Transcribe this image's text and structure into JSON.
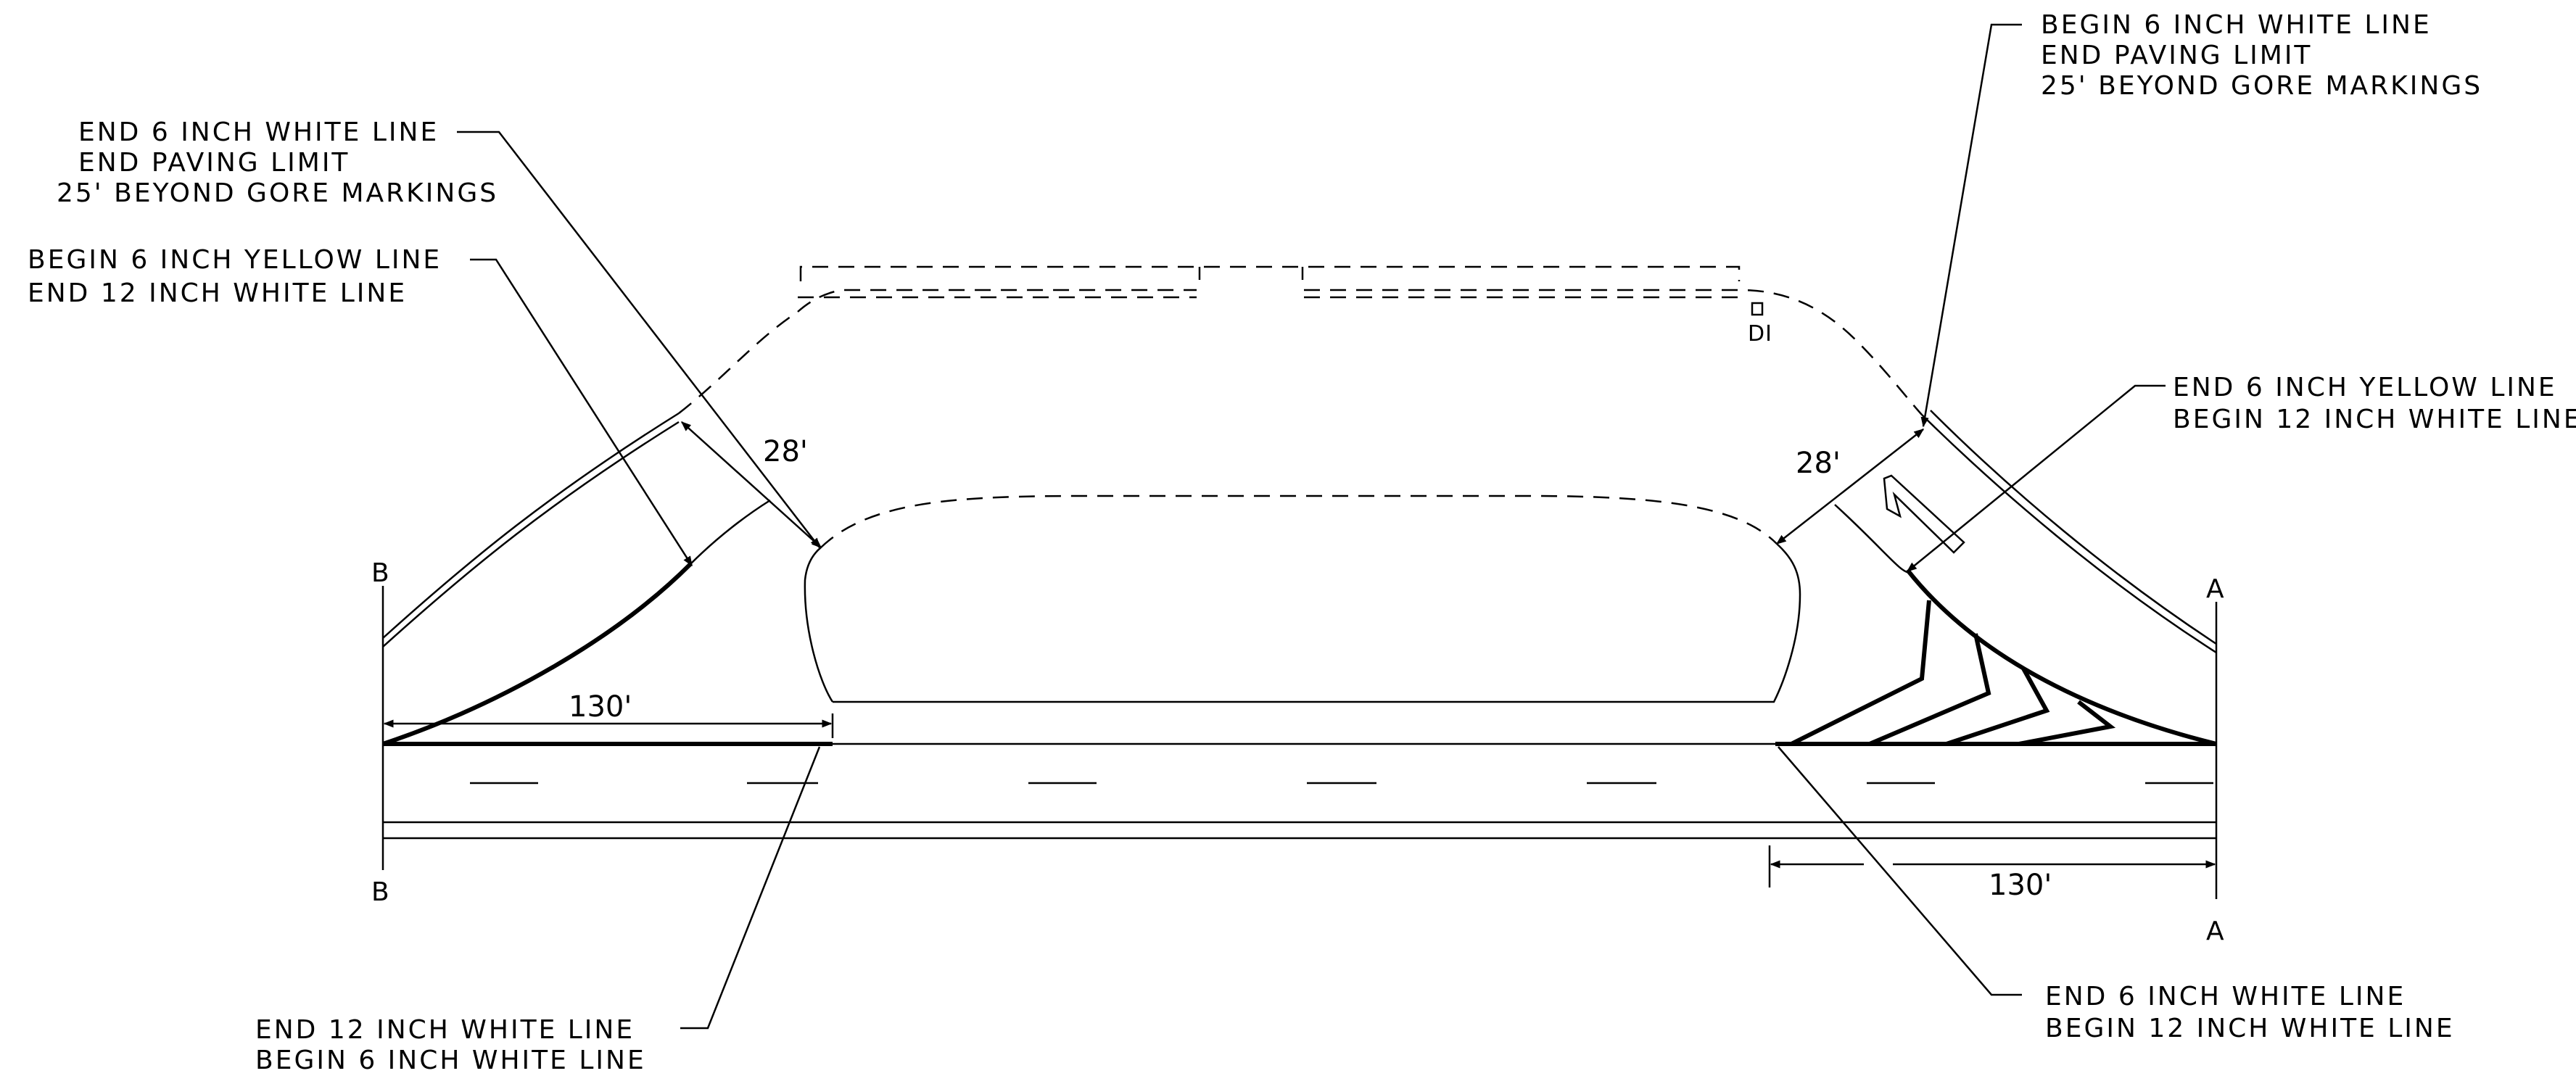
{
  "annotations": {
    "top_left": [
      "END 6 INCH WHITE LINE",
      "END PAVING LIMIT",
      "25' BEYOND GORE MARKINGS"
    ],
    "mid_left": [
      "BEGIN 6 INCH YELLOW LINE",
      "END 12 INCH WHITE LINE"
    ],
    "top_right": [
      "BEGIN 6 INCH WHITE LINE",
      "END PAVING LIMIT",
      "25' BEYOND GORE MARKINGS"
    ],
    "mid_right": [
      "END 6 INCH YELLOW LINE",
      "BEGIN 12 INCH WHITE LINE"
    ],
    "bottom_left": [
      "END 12 INCH WHITE LINE",
      "BEGIN 6 INCH WHITE LINE"
    ],
    "bottom_right": [
      "END 6 INCH WHITE LINE",
      "BEGIN 12 INCH WHITE LINE"
    ]
  },
  "dimensions": {
    "left_width": "28'",
    "right_width": "28'",
    "left_length": "130'",
    "right_length": "130'"
  },
  "sections": {
    "b_top": "B",
    "b_bottom": "B",
    "a_top": "A",
    "a_bottom": "A"
  },
  "drop_inlet_label": "DI"
}
